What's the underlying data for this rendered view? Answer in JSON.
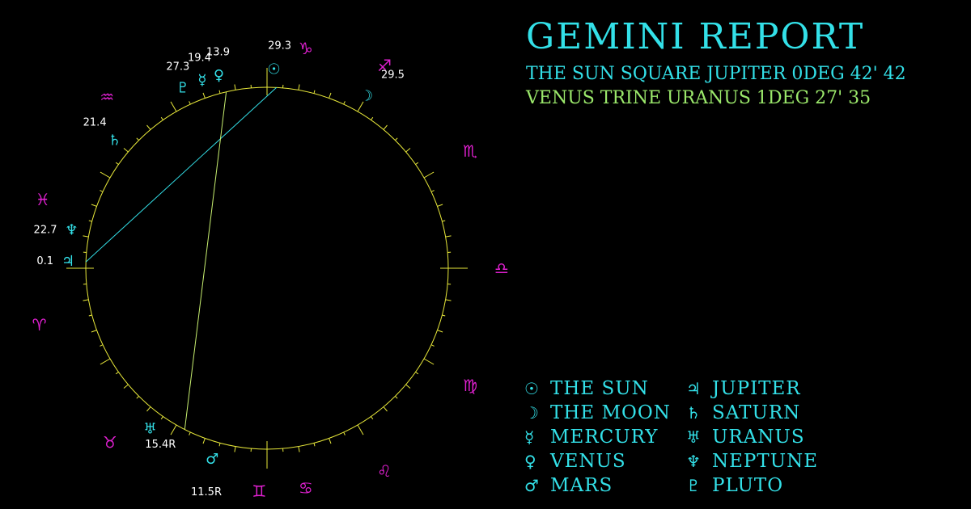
{
  "header": {
    "title": "GEMINI REPORT"
  },
  "aspects": [
    {
      "text": "THE SUN SQUARE JUPITER 0DEG 42' 42",
      "color": "#33e0e8"
    },
    {
      "text": "VENUS TRINE URANUS 1DEG 27' 35",
      "color": "#9be86b"
    }
  ],
  "colors": {
    "background": "#000000",
    "wheel": "#e8e83a",
    "planet": "#33e0e8",
    "sign": "#e020d0",
    "degree_label": "#ffffff",
    "aspect_square": "#33e0e8",
    "aspect_trine": "#c8f070"
  },
  "chart_data": {
    "type": "astrological-wheel",
    "signs": [
      {
        "name": "capricorn",
        "glyph": "♑",
        "angle": 80
      },
      {
        "name": "sagittarius",
        "glyph": "♐",
        "angle": 60
      },
      {
        "name": "scorpio",
        "glyph": "♏",
        "angle": 30
      },
      {
        "name": "libra",
        "glyph": "♎",
        "angle": 0
      },
      {
        "name": "virgo",
        "glyph": "♍",
        "angle": -30
      },
      {
        "name": "leo",
        "glyph": "♌",
        "angle": -60
      },
      {
        "name": "cancer",
        "glyph": "♋",
        "angle": -80
      },
      {
        "name": "gemini",
        "glyph": "♊",
        "angle": -92
      },
      {
        "name": "taurus",
        "glyph": "♉",
        "angle": -132
      },
      {
        "name": "aries",
        "glyph": "♈",
        "angle": -166
      },
      {
        "name": "pisces",
        "glyph": "♓",
        "angle": 163
      },
      {
        "name": "aquarius",
        "glyph": "♒",
        "angle": 133
      }
    ],
    "planets": [
      {
        "name": "the-sun",
        "glyph": "☉",
        "degree": "29.3",
        "angle": 88
      },
      {
        "name": "the-moon",
        "glyph": "☽",
        "degree": "29.5",
        "angle": 60
      },
      {
        "name": "venus",
        "glyph": "♀",
        "degree": "13.9",
        "angle": 104
      },
      {
        "name": "mercury",
        "glyph": "☿",
        "degree": "19.4",
        "angle": 109
      },
      {
        "name": "pluto",
        "glyph": "♇",
        "degree": "27.3",
        "angle": 115
      },
      {
        "name": "saturn",
        "glyph": "♄",
        "degree": "21.4",
        "angle": 140
      },
      {
        "name": "neptune",
        "glyph": "♆",
        "degree": "22.7",
        "angle": 169
      },
      {
        "name": "jupiter",
        "glyph": "♃",
        "degree": "0.1",
        "angle": 178
      },
      {
        "name": "uranus",
        "glyph": "♅",
        "degree": "15.4R",
        "angle": -126
      },
      {
        "name": "mars",
        "glyph": "♂",
        "degree": "11.5R",
        "angle": -106
      }
    ],
    "aspect_lines": [
      {
        "from_angle": 87,
        "to_angle": 178,
        "type": "square"
      },
      {
        "from_angle": 103,
        "to_angle": -117,
        "type": "trine"
      }
    ]
  },
  "legend": {
    "items": [
      {
        "glyph": "☉",
        "label": "THE SUN"
      },
      {
        "glyph": "♃",
        "label": "JUPITER"
      },
      {
        "glyph": "☽",
        "label": "THE MOON"
      },
      {
        "glyph": "♄",
        "label": "SATURN"
      },
      {
        "glyph": "☿",
        "label": "MERCURY"
      },
      {
        "glyph": "♅",
        "label": "URANUS"
      },
      {
        "glyph": "♀",
        "label": "VENUS"
      },
      {
        "glyph": "♆",
        "label": "NEPTUNE"
      },
      {
        "glyph": "♂",
        "label": "MARS"
      },
      {
        "glyph": "♇",
        "label": "PLUTO"
      }
    ]
  }
}
